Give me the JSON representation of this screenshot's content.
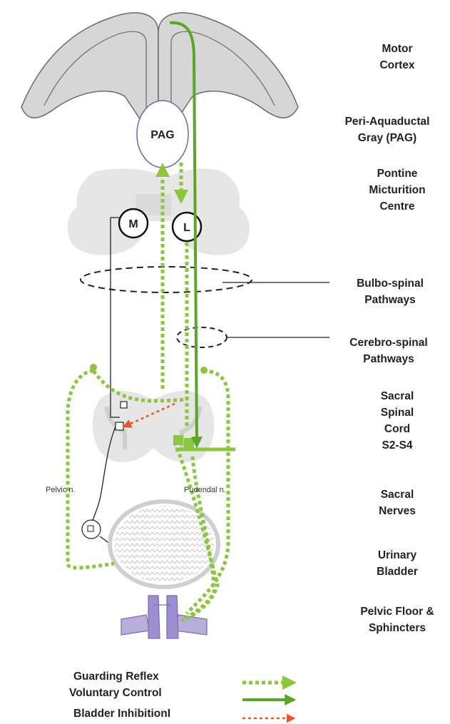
{
  "labels": {
    "motor_cortex": [
      "Motor",
      "Cortex"
    ],
    "pag": [
      "Peri-Aquaductal",
      "Gray (PAG)"
    ],
    "pmc": [
      "Pontine",
      "Micturition",
      "Centre"
    ],
    "bulbo": [
      "Bulbo-spinal",
      "Pathways"
    ],
    "cerebro": [
      "Cerebro-spinal",
      "Pathways"
    ],
    "sacral_cord": [
      "Sacral",
      "Spinal",
      "Cord",
      "S2-S4"
    ],
    "sacral_nerves": [
      "Sacral",
      "Nerves"
    ],
    "bladder": [
      "Urinary",
      "Bladder"
    ],
    "pelvic_floor": [
      "Pelvic Floor &",
      "Sphincters"
    ]
  },
  "nodes": {
    "pag": "PAG",
    "m": "M",
    "l": "L"
  },
  "nerves": {
    "pelvic": "Pelvic n.",
    "pudendal": "Pudendal n."
  },
  "legend": {
    "guarding": "Guarding Reflex",
    "voluntary": "Voluntary Control",
    "inhibition": "Bladder InhibitionI"
  },
  "colors": {
    "green": "#8cc63f",
    "dark_green": "#5aa52a",
    "red": "#e8562a",
    "gray_fill": "#d6d6d6",
    "light_gray": "#e6e6e6",
    "purple": "#7a6bb0"
  }
}
